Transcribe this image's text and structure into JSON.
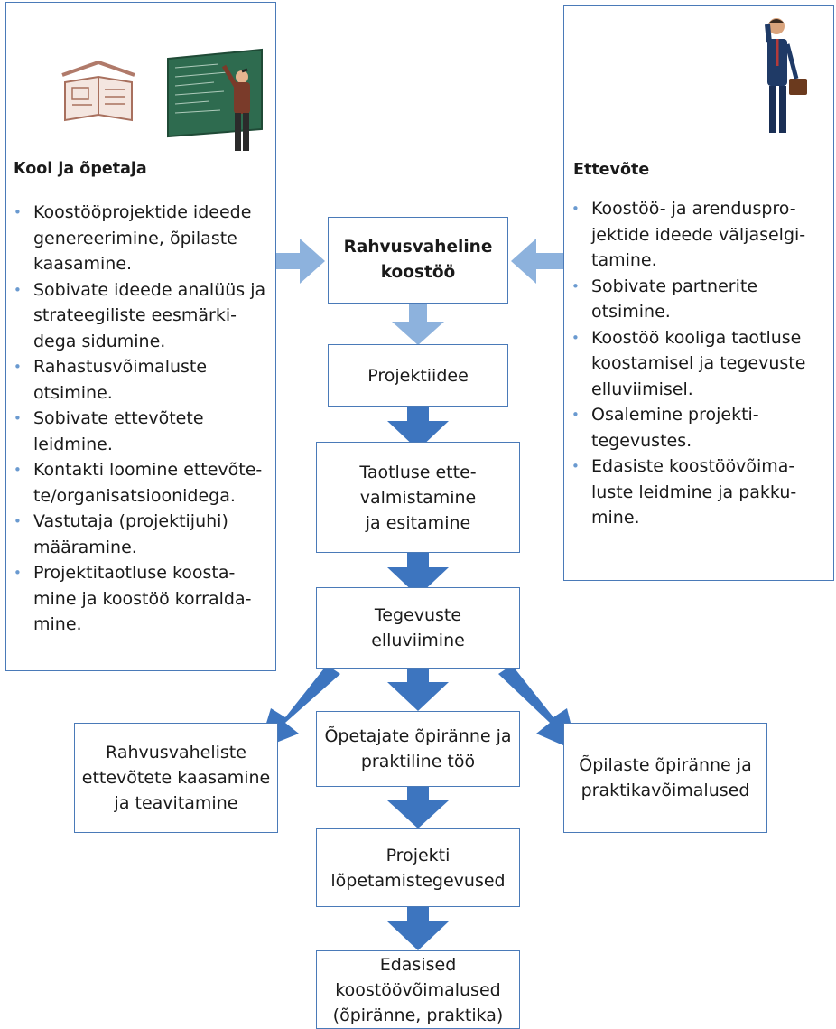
{
  "colors": {
    "border": "#4a7ab8",
    "arrow_light": "#8db2dd",
    "arrow_dark": "#3d75bf",
    "bullet": "#6a9ad0"
  },
  "school": {
    "title": "Kool ja õpetaja",
    "items": [
      "Koostööprojektide ideede genereerimine, õpilaste kaasamine.",
      "Sobivate ideede analüüs ja strateegiliste eesmärki-dega sidumine.",
      "Rahastusvõimaluste otsimine.",
      "Sobivate ettevõtete leidmine.",
      "Kontakti loomine ettevõte-te/organisatsioonidega.",
      "Vastutaja (projektijuhi) määramine.",
      "Projektitaotluse koosta-mine ja koostöö korralda-mine."
    ]
  },
  "company": {
    "title": "Ettevõte",
    "items": [
      "Koostöö- ja arenduspro-jektide ideede väljaselgi-tamine.",
      "Sobivate partnerite otsimine.",
      "Koostöö kooliga taotluse koostamisel ja tegevuste elluviimisel.",
      "Osalemine projekti-tegevustes.",
      "Edasiste koostöövõima-luste leidmine ja pakku-mine."
    ]
  },
  "flow": {
    "main": "Rahvusvaheline\nkoostöö",
    "step1": "Projektiidee",
    "step2": "Taotluse ette-\nvalmistamine\nja esitamine",
    "step3": "Tegevuste\nelluviimine",
    "left": "Rahvusvaheliste\nettevõtete kaasamine\nja teavitamine",
    "center": "Õpetajate õpiränne ja\npraktiline töö",
    "right": "Õpilaste õpiränne ja\npraktikavõimalused",
    "step5": "Projekti\nlõpetamistegevused",
    "step6": "Edasised\nkoostöövõimalused\n(õpiränne, praktika)"
  }
}
